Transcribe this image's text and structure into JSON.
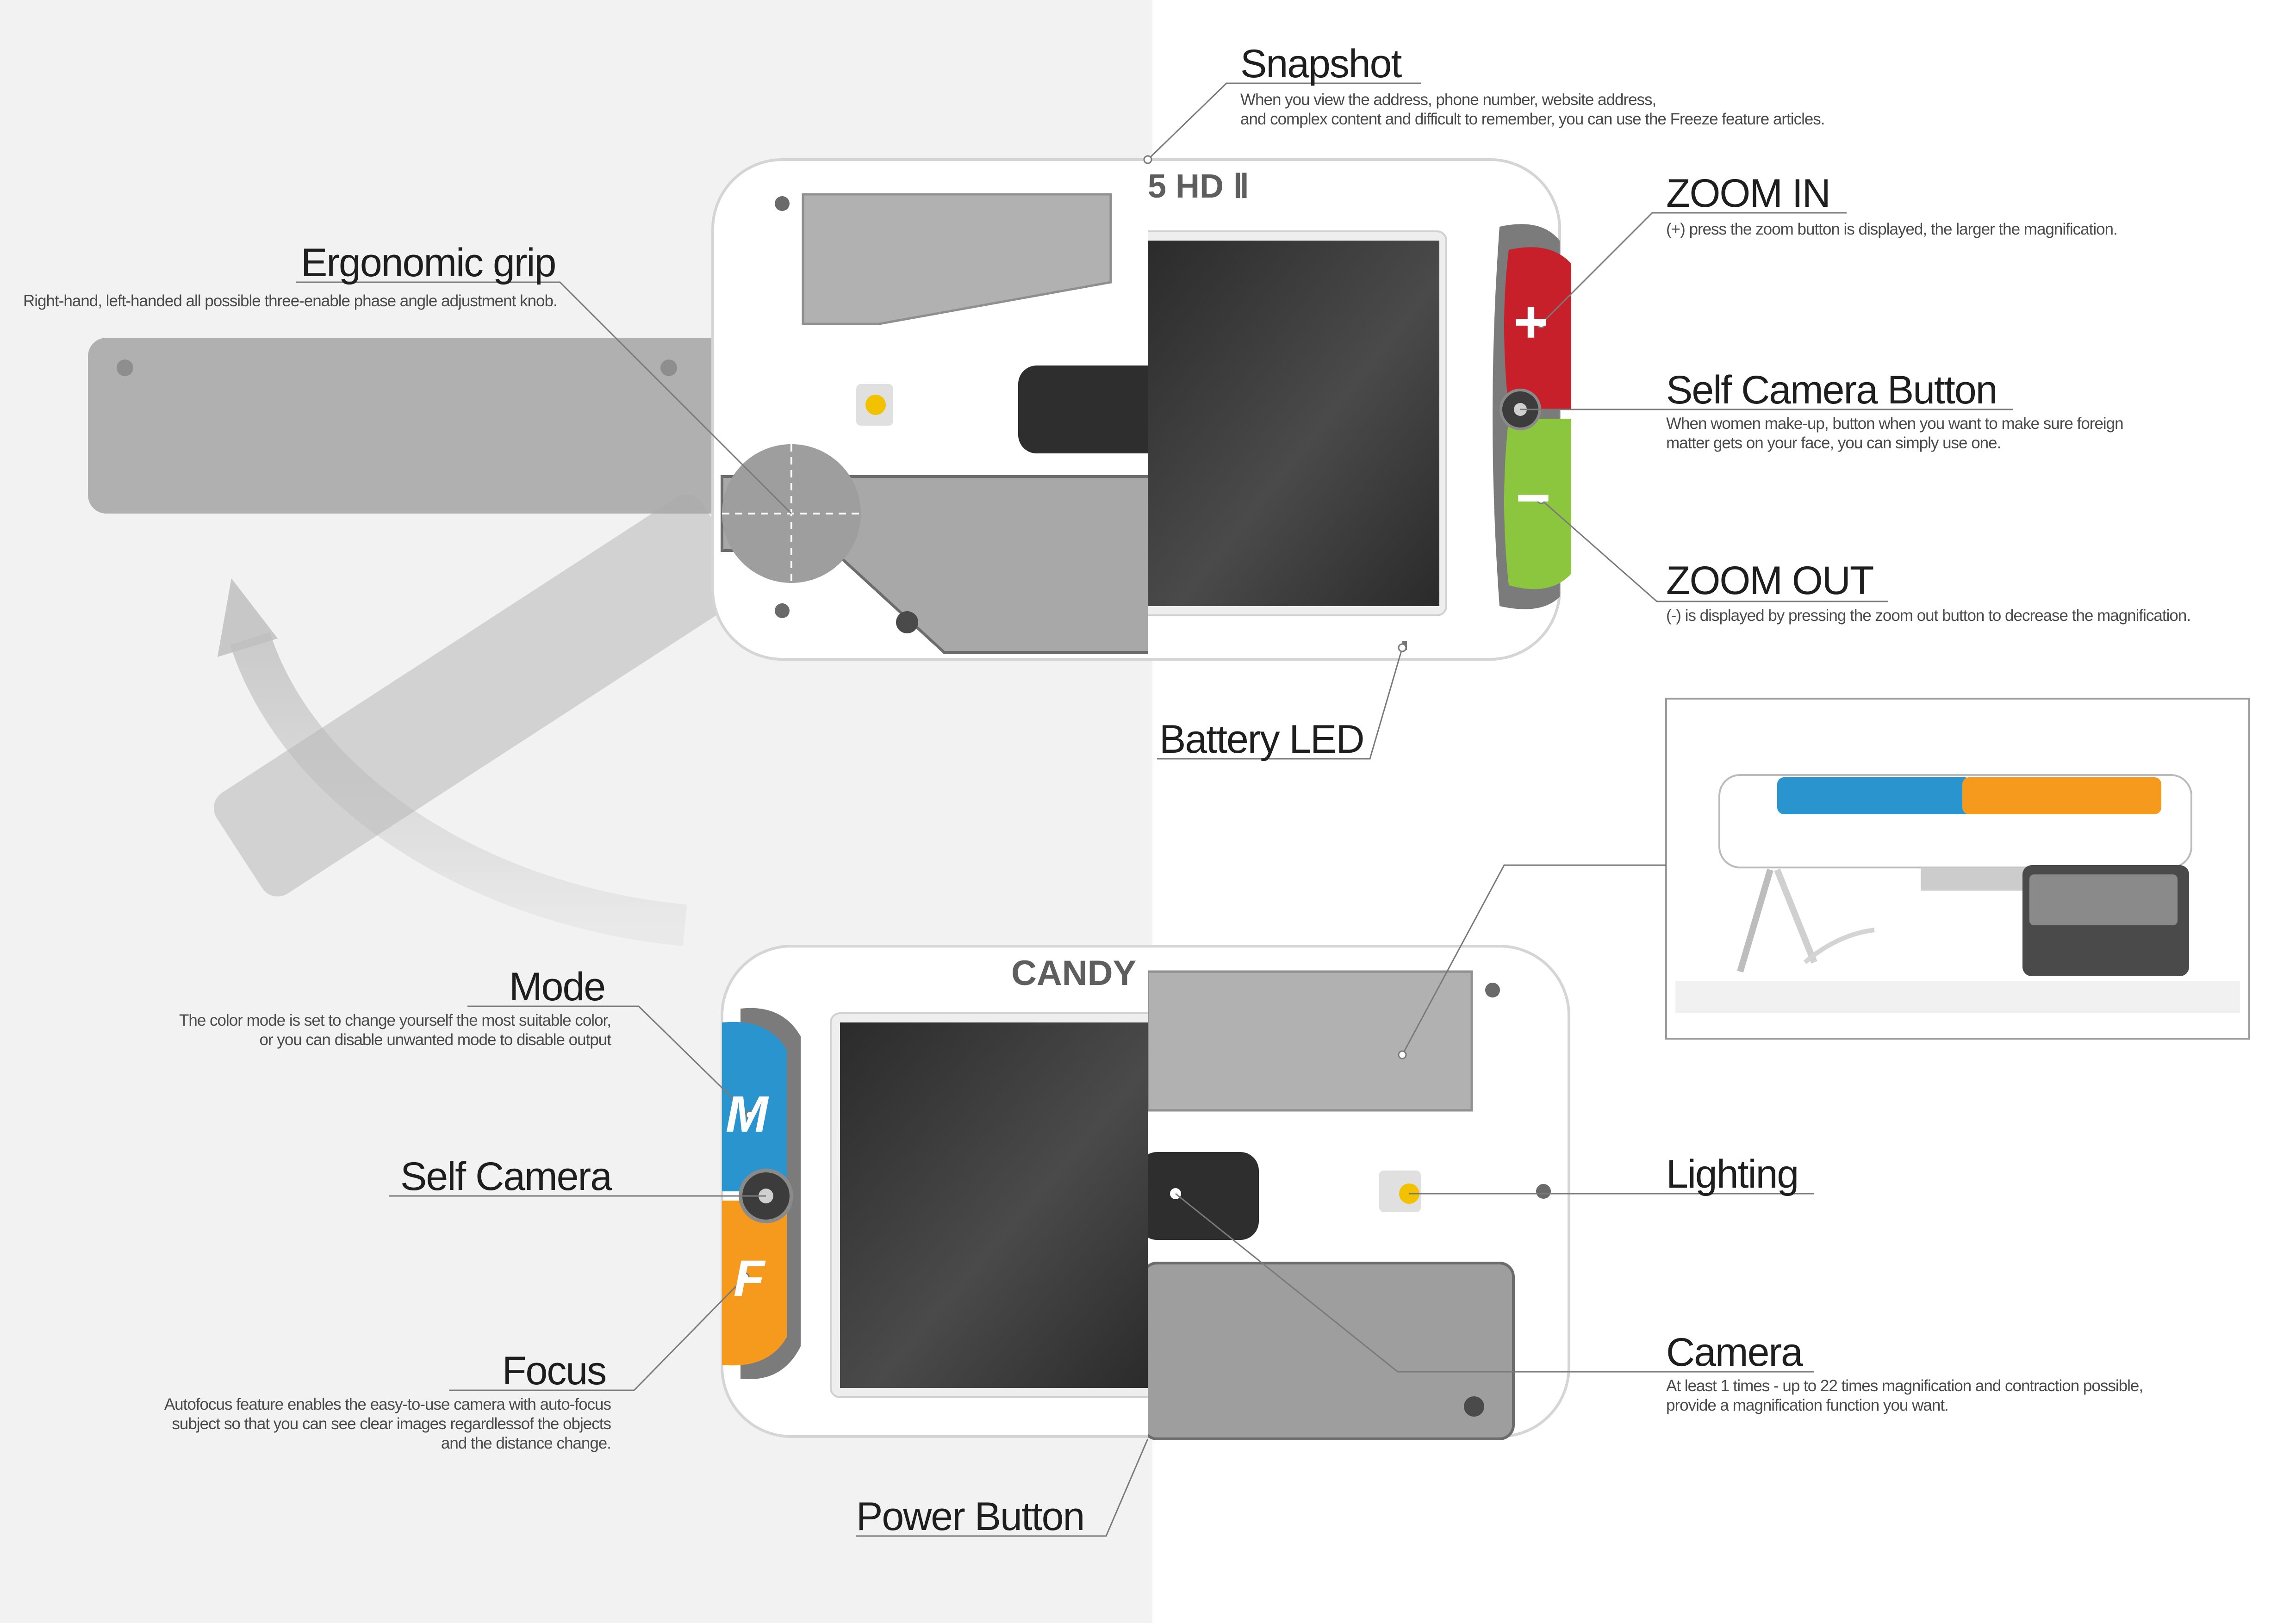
{
  "brand": {
    "top_model": "5 HD Ⅱ",
    "bottom_brand": "CANDY"
  },
  "buttons": {
    "mode_glyph": "M",
    "focus_glyph": "F",
    "zoom_in_glyph": "+",
    "zoom_out_glyph": "−"
  },
  "callouts": {
    "snapshot": {
      "title": "Snapshot",
      "desc": "When you view the address, phone number, website address,\nand complex content and difficult to remember, you can use the Freeze feature articles."
    },
    "ergonomic_grip": {
      "title": "Ergonomic grip",
      "desc": "Right-hand, left-handed all possible three-enable phase angle adjustment knob."
    },
    "zoom_in": {
      "title": "ZOOM IN",
      "desc": "(+) press the zoom button is displayed, the larger the magnification."
    },
    "self_camera_button": {
      "title": "Self Camera Button",
      "desc": "When women make-up, button when you want to make sure foreign\nmatter gets on your face, you can simply use one."
    },
    "zoom_out": {
      "title": "ZOOM OUT",
      "desc": "(-) is displayed by pressing the zoom out button to decrease the magnification."
    },
    "battery_led": {
      "title": "Battery LED"
    },
    "mode": {
      "title": "Mode",
      "desc": "The color mode is set to change yourself the most suitable color,\nor you can disable unwanted mode to disable output"
    },
    "self_camera": {
      "title": "Self Camera"
    },
    "focus": {
      "title": "Focus",
      "desc": "Autofocus feature enables the easy-to-use camera with auto-focus\nsubject so that you can see clear images regardlessof the objects\nand the distance change."
    },
    "power_button": {
      "title": "Power Button"
    },
    "lighting": {
      "title": "Lighting"
    },
    "camera": {
      "title": "Camera",
      "desc": "At least 1 times - up to 22 times magnification and contraction possible,\nprovide a magnification function you want."
    }
  },
  "colors": {
    "left_background": "#f2f2f2",
    "right_background": "#ffffff",
    "zoom_in_red": "#c8202a",
    "zoom_out_green": "#8cc63f",
    "mode_blue": "#2a94cf",
    "focus_orange": "#f59a1c",
    "grip_gray": "#a8a8a8",
    "screen_dark": "#3a3a3a"
  },
  "icons": [
    "zoom-in-plus-icon",
    "zoom-out-minus-icon",
    "mode-m-icon",
    "focus-f-icon",
    "self-camera-lens-icon",
    "rotation-arrow-icon",
    "lighting-led-icon"
  ]
}
